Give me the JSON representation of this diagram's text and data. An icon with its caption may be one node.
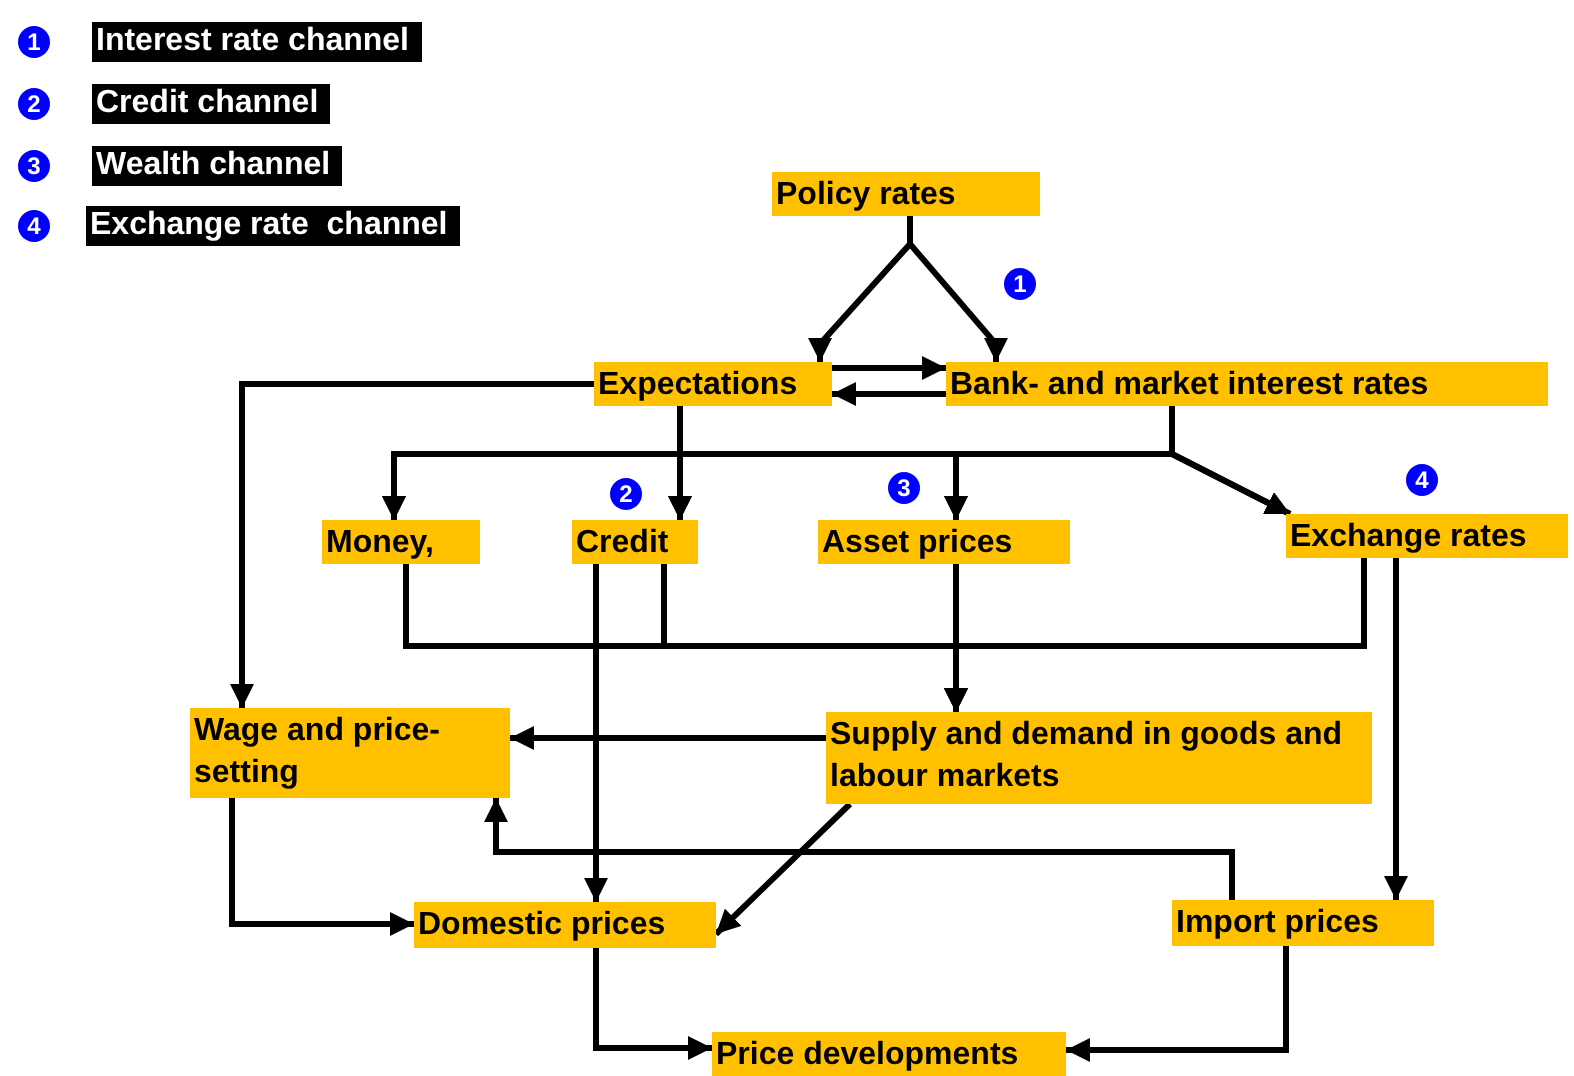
{
  "diagram": {
    "nodes": [
      {
        "text": [
          "Policy rates"
        ]
      },
      {
        "text": [
          "Expectations"
        ]
      },
      {
        "text": [
          "Bank- and market interest rates"
        ]
      },
      {
        "text": [
          "Money,"
        ]
      },
      {
        "text": [
          "Credit"
        ]
      },
      {
        "text": [
          "Asset prices"
        ]
      },
      {
        "text": [
          "Exchange rates"
        ]
      },
      {
        "text": [
          "Wage and price-setting"
        ]
      },
      {
        "text": [
          "Supply and demand in goods and labour markets"
        ]
      },
      {
        "text": [
          "Domestic prices"
        ]
      },
      {
        "text": [
          "Import prices"
        ]
      },
      {
        "text": [
          "Price developments"
        ]
      }
    ],
    "edges": [
      {
        "from": 0,
        "to": 1,
        "arrow": "to"
      },
      {
        "from": 0,
        "to": 2,
        "arrow": "to"
      },
      {
        "from": 1,
        "to": 2,
        "arrow": "to"
      },
      {
        "from": 2,
        "to": 1,
        "arrow": "to"
      },
      {
        "from": 1,
        "to": 7,
        "arrow": "to"
      },
      {
        "from": 1,
        "to": 3,
        "arrow": "to"
      },
      {
        "from": 1,
        "to": 4,
        "arrow": "to"
      },
      {
        "from": 1,
        "to": 5,
        "arrow": "to"
      },
      {
        "from": 1,
        "to": 6,
        "arrow": "to"
      },
      {
        "from": 2,
        "to": 3,
        "arrow": "to"
      },
      {
        "from": 2,
        "to": 4,
        "arrow": "to"
      },
      {
        "from": 2,
        "to": 5,
        "arrow": "to"
      },
      {
        "from": 2,
        "to": 6,
        "arrow": "to"
      },
      {
        "from": 3,
        "to": 8,
        "arrow": "to"
      },
      {
        "from": 4,
        "to": 8,
        "arrow": "to"
      },
      {
        "from": 5,
        "to": 8,
        "arrow": "to"
      },
      {
        "from": 6,
        "to": 8,
        "arrow": "to"
      },
      {
        "from": 4,
        "to": 9,
        "arrow": "to"
      },
      {
        "from": 6,
        "to": 10,
        "arrow": "to"
      },
      {
        "from": 8,
        "to": 7,
        "arrow": "to"
      },
      {
        "from": 8,
        "to": 9,
        "arrow": "to"
      },
      {
        "from": 10,
        "to": 7,
        "arrow": "to"
      },
      {
        "from": 7,
        "to": 9,
        "arrow": "to"
      },
      {
        "from": 9,
        "to": 11,
        "arrow": "to"
      },
      {
        "from": 10,
        "to": 11,
        "arrow": "to"
      }
    ],
    "labels": [
      "1",
      "2",
      "3",
      "4",
      "1",
      "2",
      "3",
      "4"
    ],
    "legend": [
      {
        "text": "Interest rate channel"
      },
      {
        "text": "Credit channel"
      },
      {
        "text": "Wealth channel"
      },
      {
        "text": "Exchange rate  channel"
      }
    ]
  }
}
